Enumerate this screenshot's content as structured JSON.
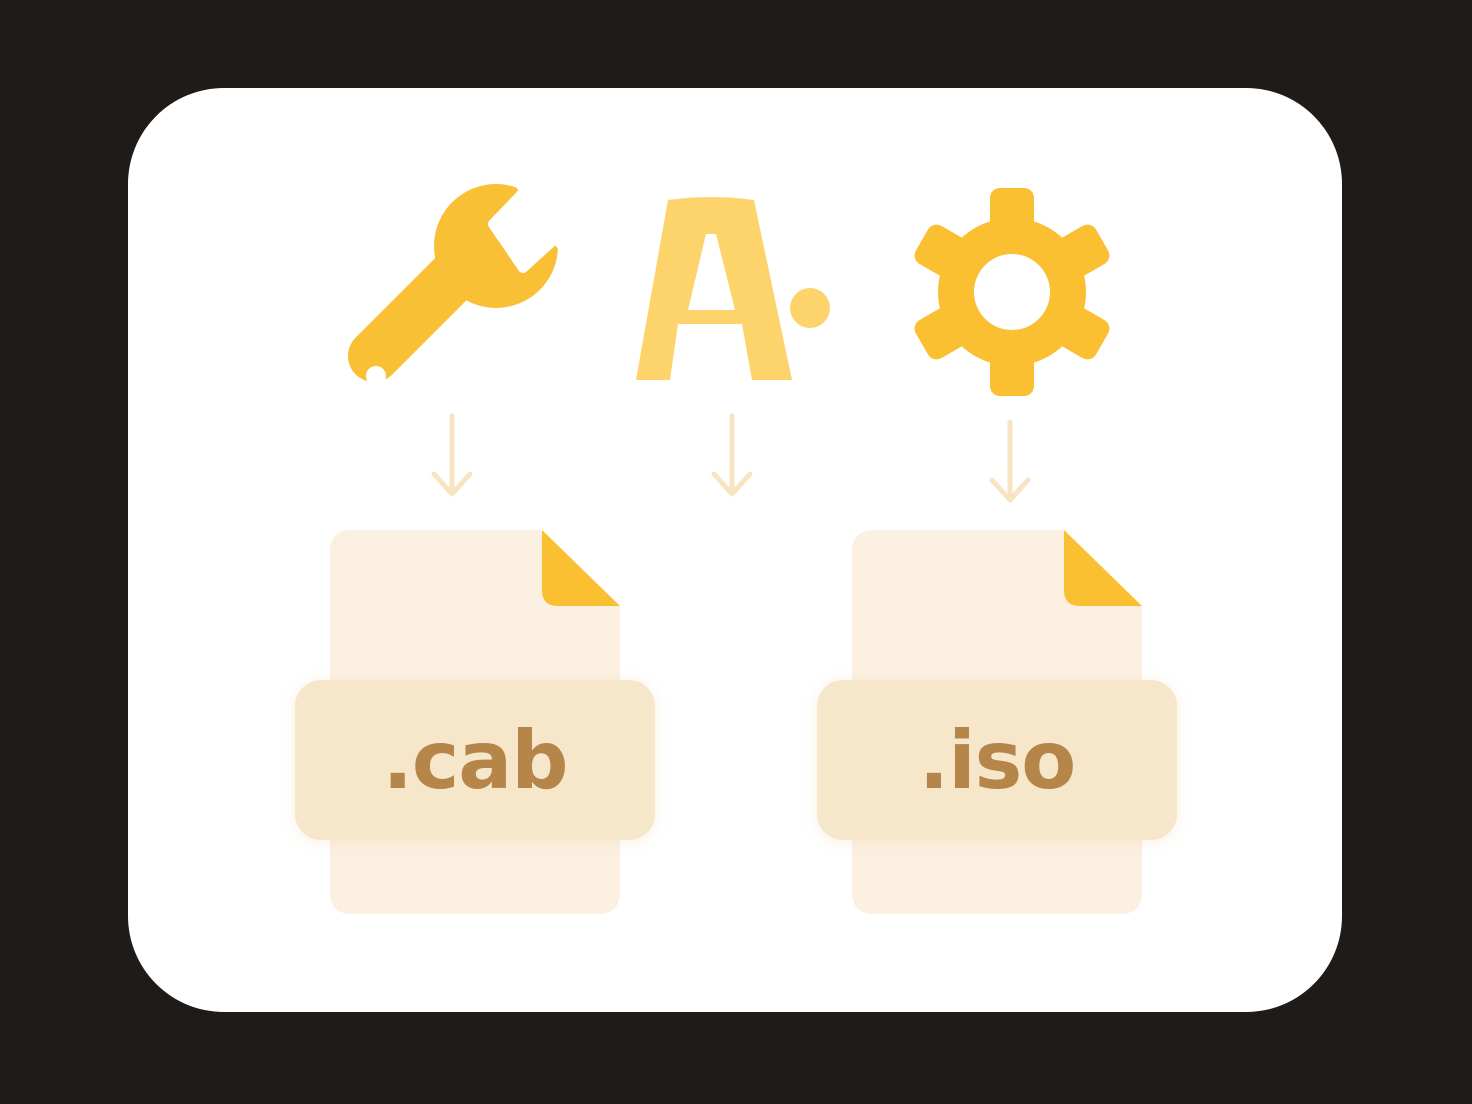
{
  "icons": [
    {
      "name": "wrench-icon",
      "color": "#f9bf35"
    },
    {
      "name": "font-icon",
      "glyph": "A",
      "color": "#fdd36c"
    },
    {
      "name": "gear-icon",
      "color": "#fbbf32"
    }
  ],
  "files": [
    {
      "extension": ".cab"
    },
    {
      "extension": ".iso"
    }
  ],
  "colors": {
    "background": "#1f1b19",
    "card": "#ffffff",
    "arrow": "#f8e3c2",
    "file_body": "#fbf0e1",
    "file_corner": "#fbbf32",
    "label_bg": "#f6e7cb",
    "label_text": "#b58549"
  }
}
